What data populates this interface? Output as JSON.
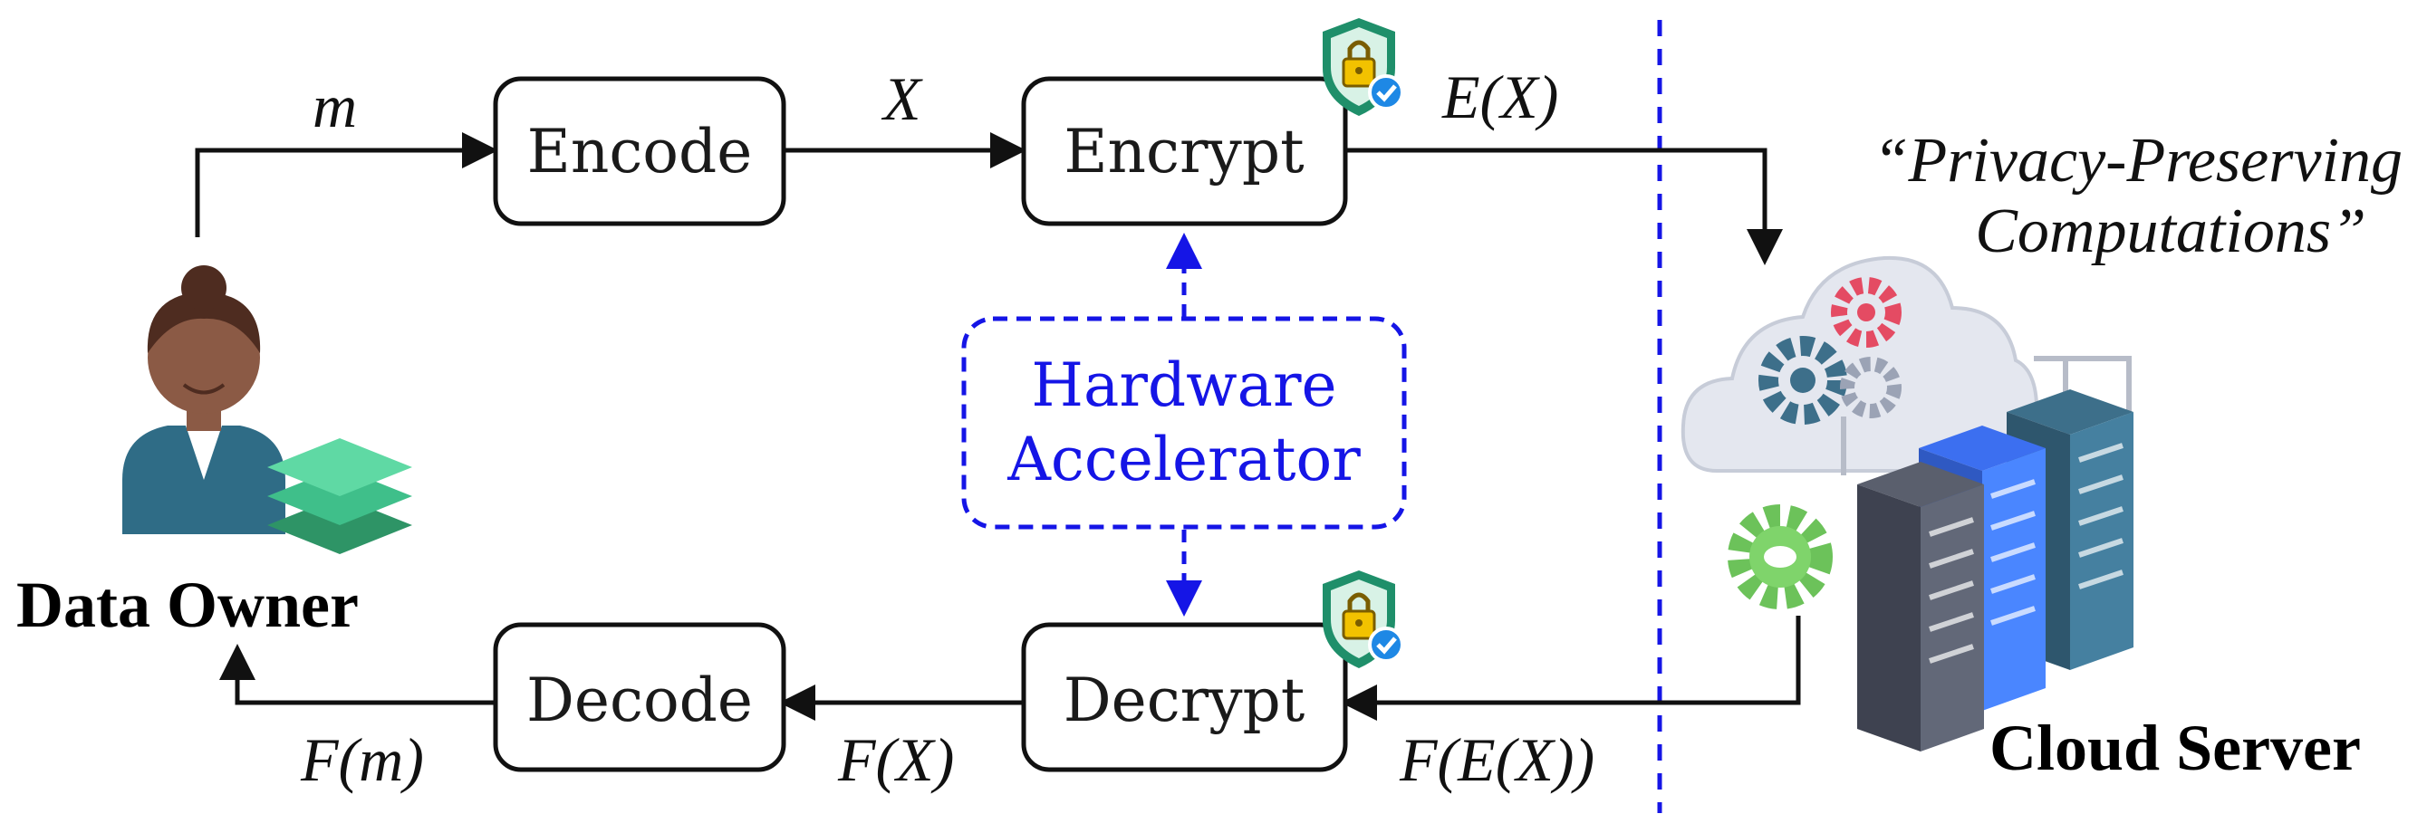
{
  "steps": {
    "encode": "Encode",
    "encrypt": "Encrypt",
    "decode": "Decode",
    "decrypt": "Decrypt"
  },
  "signals": {
    "m": "m",
    "x": "X",
    "ex": "E(X)",
    "fex": "F(E(X))",
    "fx": "F(X)",
    "fm": "F(m)"
  },
  "accelerator": {
    "line1": "Hardware",
    "line2": "Accelerator"
  },
  "actors": {
    "owner": "Data Owner",
    "server": "Cloud Server"
  },
  "caption": {
    "line1": "“Privacy-Preserving",
    "line2": "Computations”"
  },
  "colors": {
    "accent": "#1515e6",
    "stroke": "#111111",
    "layers": "#3fbf8a",
    "shield": "#1f8f6a",
    "lock": "#f2c200",
    "check": "#1e88e5"
  },
  "icons": {
    "owner": "person-icon",
    "data": "layers-icon",
    "security": "shield-lock-icon",
    "cloud": "cloud-gears-icon",
    "server": "server-rack-icon",
    "gear": "gear-icon"
  }
}
